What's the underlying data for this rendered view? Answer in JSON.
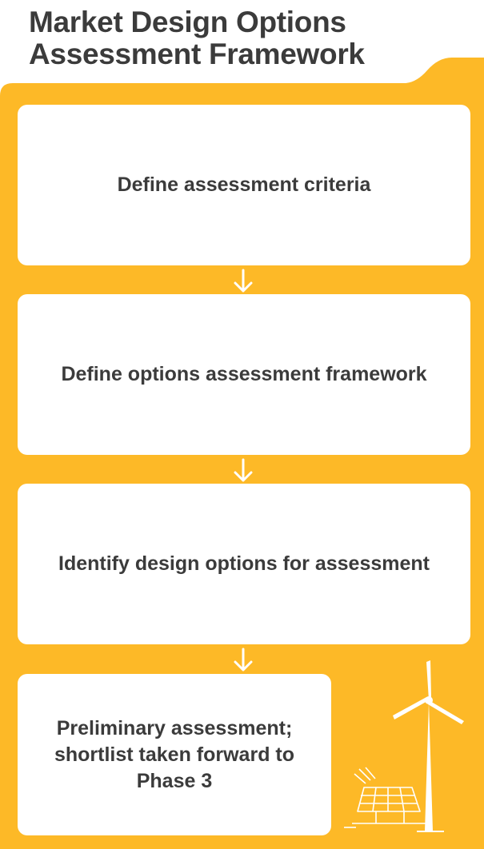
{
  "title": {
    "line1": "Market Design Options",
    "line2": "Assessment Framework"
  },
  "colors": {
    "panel": "#FDB927",
    "card": "#FFFFFF",
    "text": "#3B3B3B"
  },
  "steps": [
    {
      "label": "Define assessment criteria"
    },
    {
      "label": "Define options assessment framework"
    },
    {
      "label": "Identify design options for assessment"
    },
    {
      "label": "Preliminary assessment; shortlist taken forward to Phase 3"
    }
  ],
  "icons": [
    "down-arrow-icon",
    "wind-turbine-icon",
    "solar-panel-icon"
  ]
}
